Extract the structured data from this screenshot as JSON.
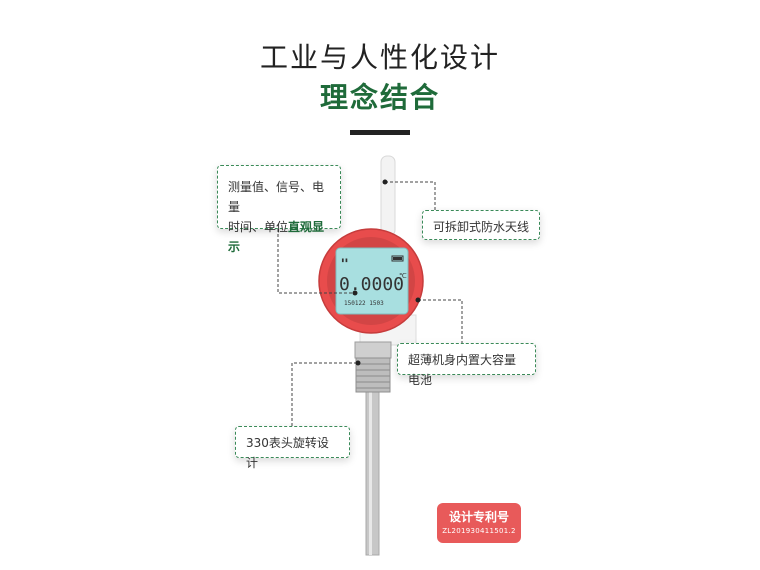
{
  "header": {
    "title": "工业与人性化设计",
    "subtitle": "理念结合"
  },
  "callouts": {
    "display": {
      "line1": "测量值、信号、电量",
      "line2_prefix": "时间、单位",
      "line2_highlight": "直观显示"
    },
    "antenna": "可拆卸式防水天线",
    "battery": "超薄机身内置大容量电池",
    "rotation": "330表头旋转设计"
  },
  "patent": {
    "title": "设计专利号",
    "code": "ZL201930411501.2"
  },
  "lcd": {
    "reading": "0.0000",
    "unit": "℃",
    "time": "150122 1503"
  },
  "colors": {
    "accent_green": "#1f6b3a",
    "bezel_red": "#e84c4c",
    "lcd_cyan": "#a8dfe0",
    "patent_red": "#e85a5a"
  }
}
